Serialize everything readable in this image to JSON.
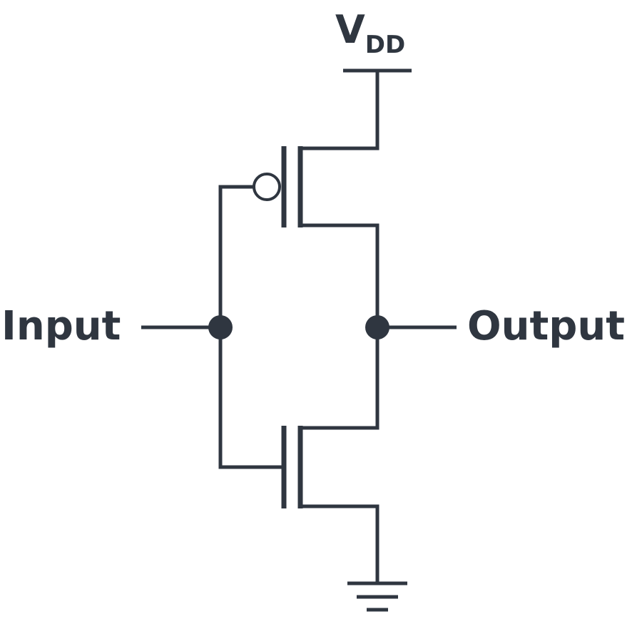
{
  "labels": {
    "input": "Input",
    "output": "Output",
    "supply_main": "V",
    "supply_sub": "DD"
  },
  "colors": {
    "wire": "#2f3640",
    "background": "#ffffff"
  },
  "icons": {
    "ground": "ground-icon",
    "pmos": "pmos-transistor-icon",
    "nmos": "nmos-transistor-icon"
  }
}
